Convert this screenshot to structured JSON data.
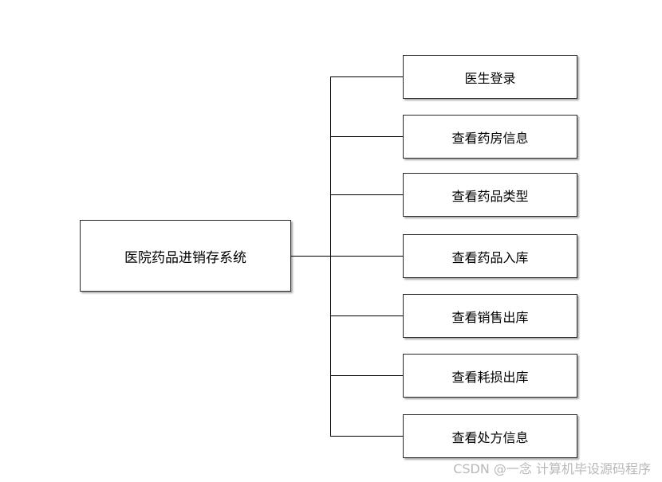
{
  "diagram": {
    "root": "医院药品进销存系统",
    "children": [
      "医生登录",
      "查看药房信息",
      "查看药品类型",
      "查看药品入库",
      "查看销售出库",
      "查看耗损出库",
      "查看处方信息"
    ]
  },
  "watermark": "CSDN @一念 计算机毕设源码程序"
}
